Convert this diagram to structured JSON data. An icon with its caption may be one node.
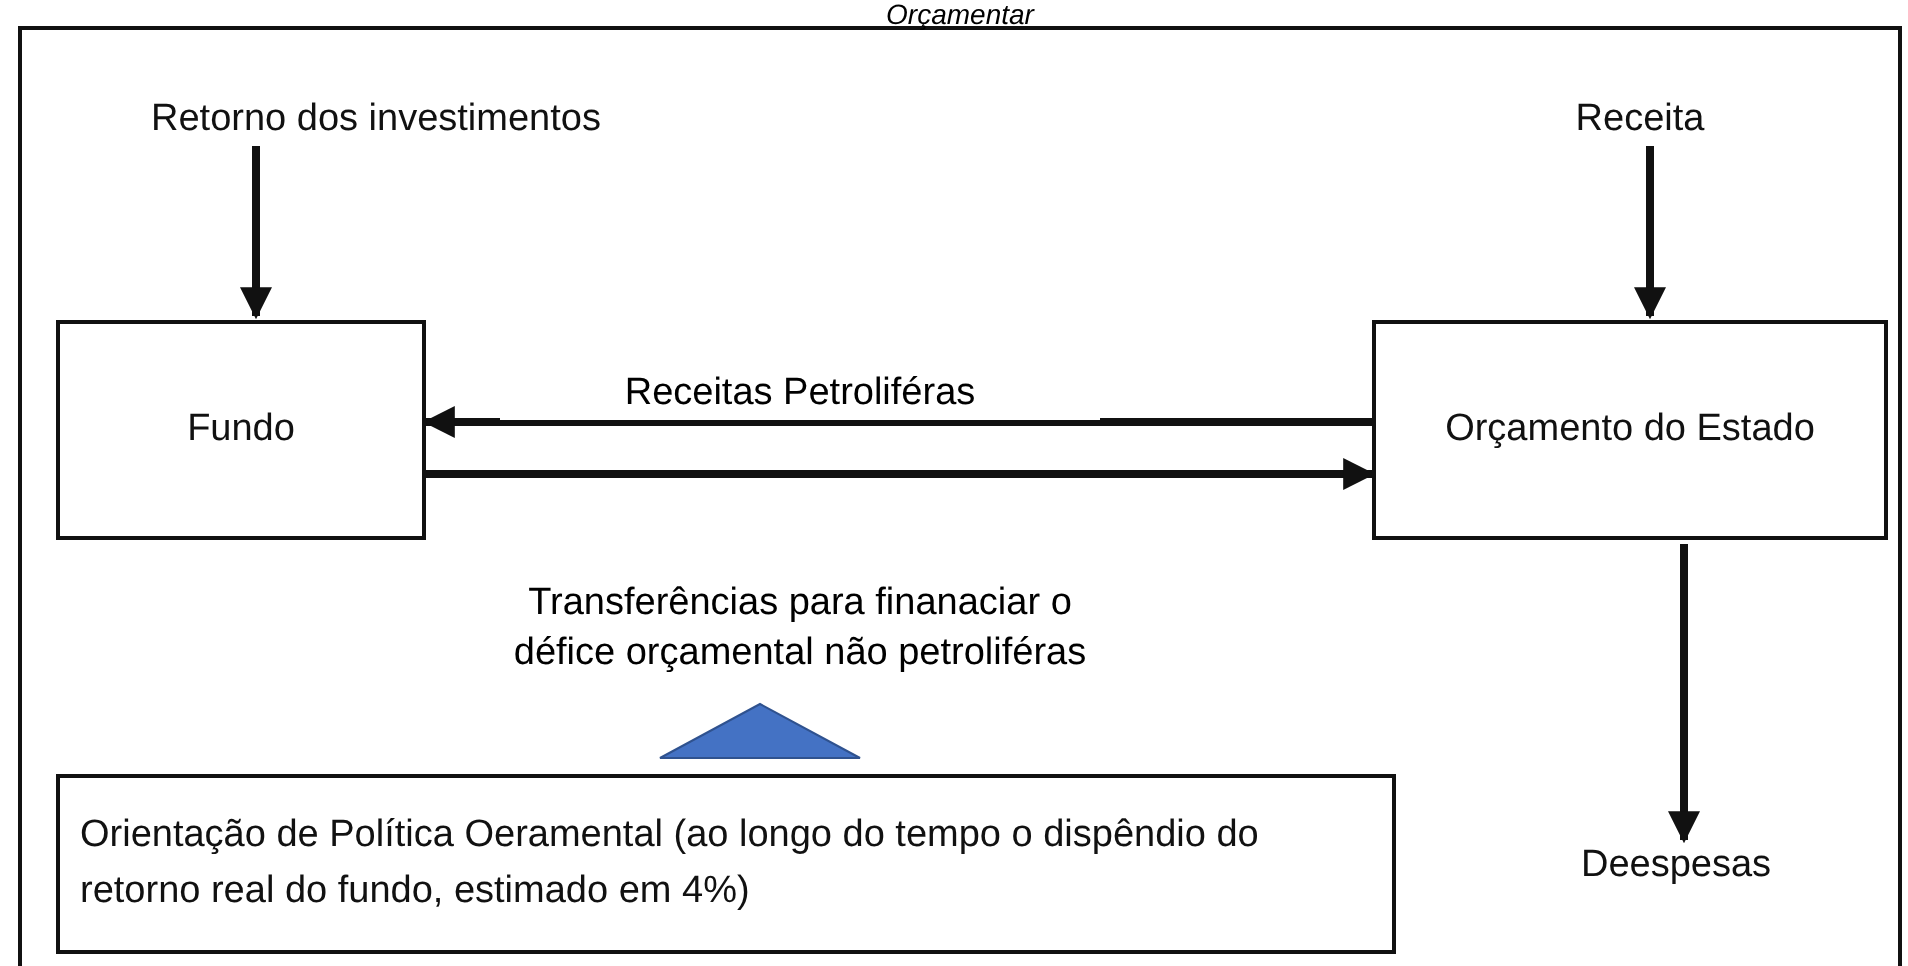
{
  "diagram": {
    "nodes": [
      {
        "text": [
          "Retorno dos investimentos"
        ]
      },
      {
        "text": [
          "Receita"
        ]
      },
      {
        "text": [
          "Fundo"
        ]
      },
      {
        "text": [
          "Orçamento do Estado"
        ]
      },
      {
        "text": [],
        "shape": "triangle"
      },
      {
        "text": [
          "Orientação de Política Oeramental   (ao longo do tempo o dispêndio do retorno real do fundo, estimado em 4%)"
        ]
      },
      {
        "text": [
          "Deespesas"
        ]
      }
    ],
    "edges": [
      {
        "from": 0,
        "to": 2,
        "arrow": "to"
      },
      {
        "from": 1,
        "to": 3,
        "arrow": "to"
      },
      {
        "from": 3,
        "to": 2,
        "arrow": "to",
        "label": "Receitas Petroliféras"
      },
      {
        "from": 2,
        "to": 3,
        "arrow": "to",
        "label": "Transferências para finanaciar o défice orçamental não petroliféras"
      },
      {
        "from": 3,
        "to": 6,
        "arrow": "to"
      }
    ],
    "labels": [
      "Orçamentar"
    ]
  }
}
